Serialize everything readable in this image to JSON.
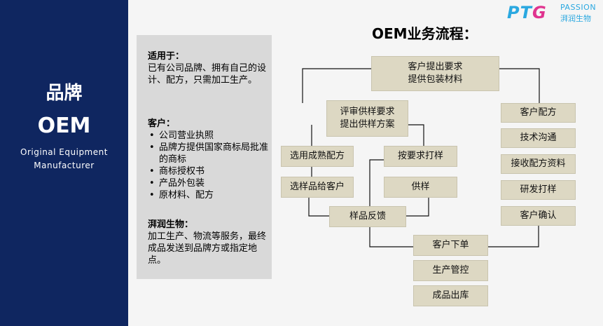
{
  "brand": {
    "logo_text": "PTG",
    "name_en": "PASSION",
    "name_cn": "湃润生物"
  },
  "side": {
    "title_cn": "品牌",
    "title_en": "OEM",
    "subtitle": "Original Equipment Manufacturer"
  },
  "card": {
    "applicable": {
      "heading": "适用于：",
      "text": "已有公司品牌、拥有自己的设计、配方，只需加工生产。"
    },
    "client": {
      "heading": "客户：",
      "items": [
        "公司营业执照",
        "品牌方提供国家商标局批准的商标",
        "商标授权书",
        "产品外包装",
        "原材料、配方"
      ]
    },
    "passion": {
      "heading": "湃润生物：",
      "text": "加工生产、物流等服务，最终成品发送到品牌方或指定地点。"
    }
  },
  "flow": {
    "title": "OEM业务流程：",
    "steps": {
      "s1": "客户提出要求\n提供包装材料",
      "s2": "评审供样要求\n提出供样方案",
      "s3": "选用成熟配方",
      "s4": "按要求打样",
      "s5": "选样品给客户",
      "s6": "供样",
      "s7": "样品反馈",
      "r1": "客户配方",
      "r2": "技术沟通",
      "r3": "接收配方资料",
      "r4": "研发打样",
      "r5": "客户确认",
      "b1": "客户下单",
      "b2": "生产管控",
      "b3": "成品出库"
    }
  },
  "colors": {
    "sidebar": "#0f2660",
    "box": "#ddd8c3",
    "card": "#d9d9d9",
    "accent": "#2aa8e0"
  }
}
